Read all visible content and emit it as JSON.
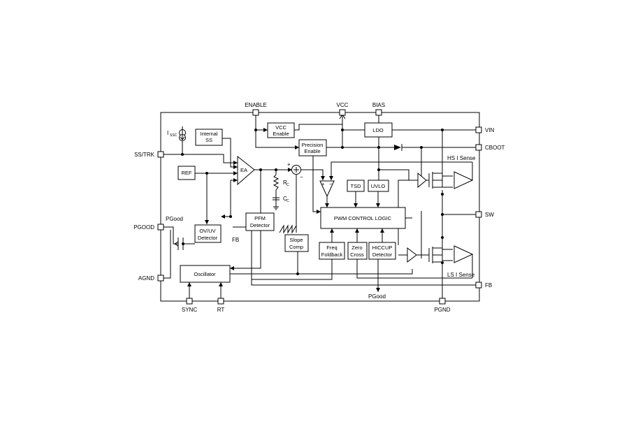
{
  "pins": {
    "enable": "ENABLE",
    "vcc": "VCC",
    "bias": "BIAS",
    "ss_trk": "SS/TRK",
    "pgood": "PGOOD",
    "agnd": "AGND",
    "sync": "SYNC",
    "rt": "RT",
    "pgnd": "PGND",
    "vin": "VIN",
    "cboot": "CBOOT",
    "sw": "SW",
    "fb": "FB"
  },
  "blocks": {
    "vcc_enable": [
      "VCC",
      "Enable"
    ],
    "ldo": "LDO",
    "precision_enable": [
      "Precision",
      "Enable"
    ],
    "internal_ss": [
      "Internal",
      "SS"
    ],
    "ref": "REF",
    "ea": "EA",
    "ov_uv": [
      "OV/UV",
      "Detector"
    ],
    "pfm": [
      "PFM",
      "Detector"
    ],
    "slope": [
      "Slope",
      "Comp"
    ],
    "tsd": "TSD",
    "uvlo": "UVLO",
    "pwm": "PWM CONTROL LOGIC",
    "freq": [
      "Freq",
      "Foldback"
    ],
    "zero": [
      "Zero",
      "Cross"
    ],
    "hiccup": [
      "HICCUP",
      "Detector"
    ],
    "oscillator": "Oscillator"
  },
  "labels": {
    "issc": "I",
    "issc_sub": "SSC",
    "rc": "R",
    "rc_sub": "C",
    "cc": "C",
    "cc_sub": "C",
    "pgood_internal": "PGood",
    "fb_internal": "FB",
    "pgood_bottom": "PGood",
    "hs_sense": "HS I Sense",
    "ls_sense": "LS I Sense",
    "plus": "+",
    "minus": "−",
    "comp_plus": "+",
    "comp_minus": "−"
  }
}
